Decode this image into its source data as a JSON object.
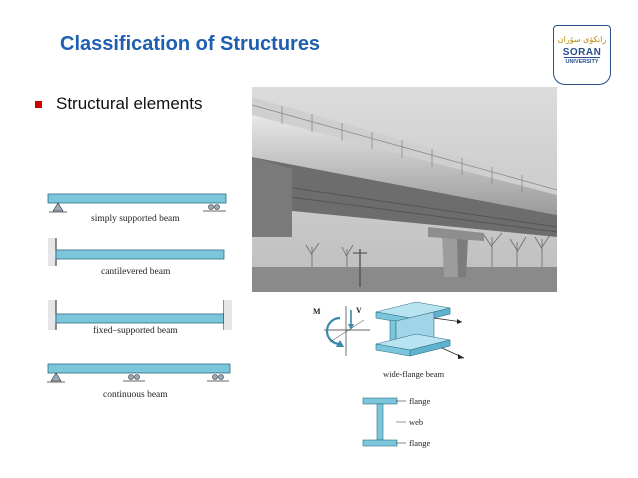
{
  "slide": {
    "title": "Classification of Structures",
    "bullet": "Structural elements"
  },
  "logo": {
    "arabic": "زانكۆی سۆران",
    "line1": "SORAN",
    "line2": "UNIVERSITY"
  },
  "figures": {
    "simply_supported": "simply supported beam",
    "cantilevered": "cantilevered beam",
    "fixed_supported": "fixed–supported beam",
    "continuous": "continuous beam",
    "wide_flange": "wide-flange beam",
    "moment_label": "M",
    "shear_label": "V",
    "flange_top": "flange",
    "web": "web",
    "flange_bottom": "flange"
  },
  "colors": {
    "title": "#1f5fb0",
    "bullet": "#cc0000",
    "beam": "#7cc6dc"
  }
}
